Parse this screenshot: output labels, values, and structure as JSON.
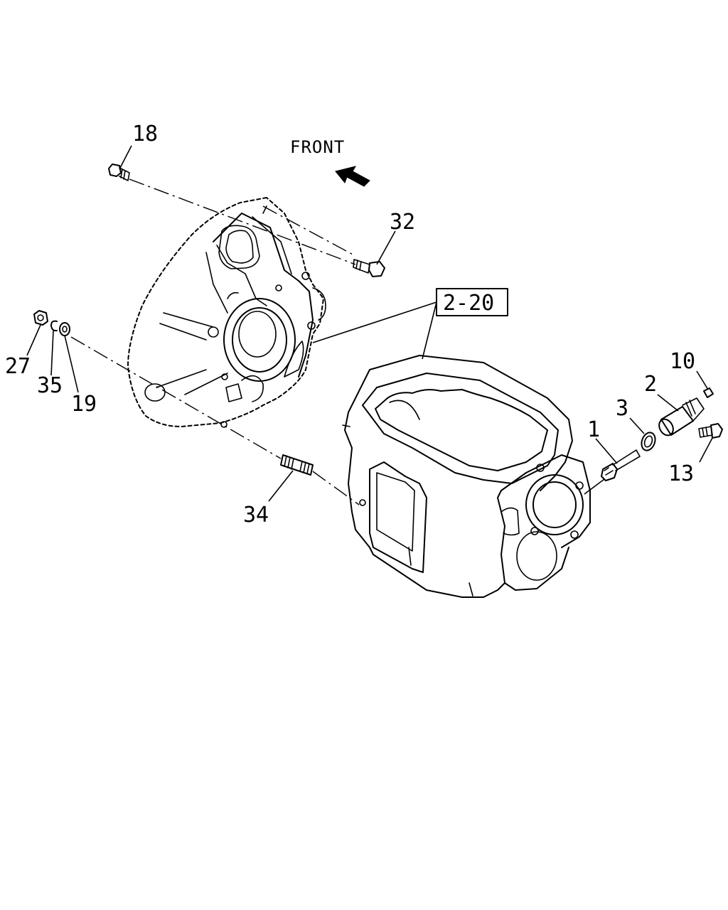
{
  "front_label": "FRONT",
  "ref_box": "2-20",
  "callouts": {
    "c1": "1",
    "c2": "2",
    "c3": "3",
    "c10": "10",
    "c13": "13",
    "c18": "18",
    "c19": "19",
    "c27": "27",
    "c32": "32",
    "c34": "34",
    "c35": "35"
  }
}
